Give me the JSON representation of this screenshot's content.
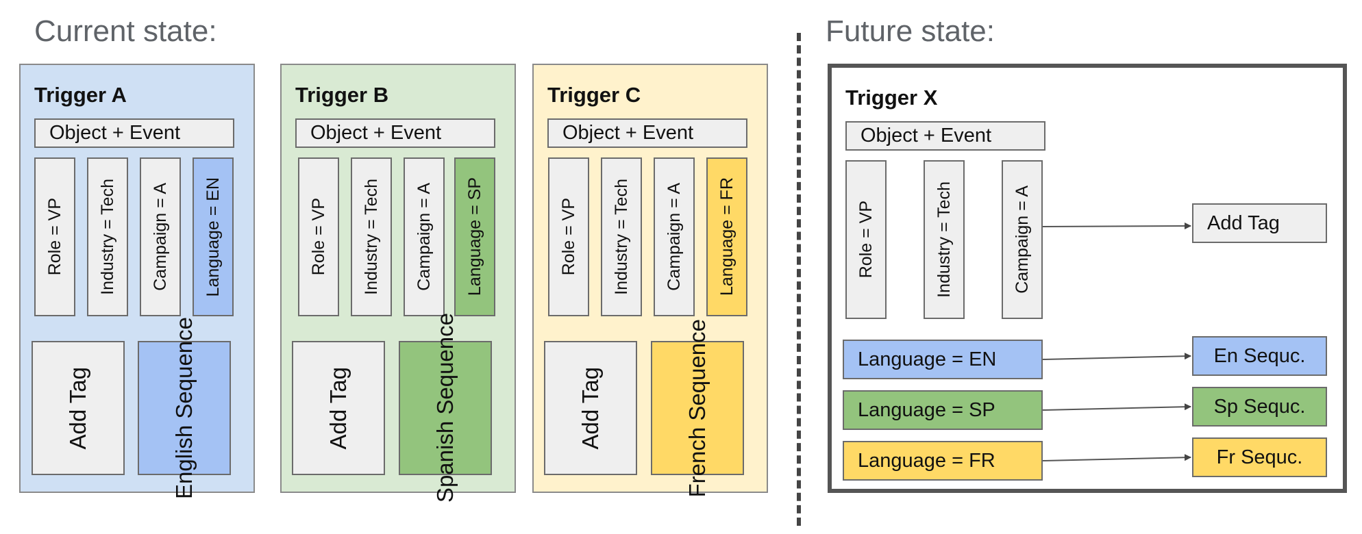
{
  "headings": {
    "current": "Current state:",
    "future": "Future state:"
  },
  "colors": {
    "blue_panel": "#cfe0f4",
    "blue_box": "#a4c2f4",
    "green_panel": "#d9ead3",
    "green_box": "#93c47d",
    "yellow_panel": "#fff2cc",
    "yellow_box": "#ffd966",
    "neutral_box": "#efefef"
  },
  "triggers": [
    {
      "title": "Trigger A",
      "event": "Object + Event",
      "conditions": [
        "Role = VP",
        "Industry = Tech",
        "Campaign = A",
        "Language = EN"
      ],
      "actions": [
        "Add Tag",
        "English Sequence"
      ]
    },
    {
      "title": "Trigger B",
      "event": "Object + Event",
      "conditions": [
        "Role = VP",
        "Industry = Tech",
        "Campaign = A",
        "Language = SP"
      ],
      "actions": [
        "Add Tag",
        "Spanish Sequence"
      ]
    },
    {
      "title": "Trigger C",
      "event": "Object + Event",
      "conditions": [
        "Role = VP",
        "Industry = Tech",
        "Campaign = A",
        "Language = FR"
      ],
      "actions": [
        "Add Tag",
        "French Sequence"
      ]
    }
  ],
  "future": {
    "title": "Trigger X",
    "event": "Object + Event",
    "conditions": [
      "Role = VP",
      "Industry = Tech",
      "Campaign = A"
    ],
    "tag_action": "Add Tag",
    "branches": [
      {
        "condition": "Language = EN",
        "action": "En Sequc."
      },
      {
        "condition": "Language = SP",
        "action": "Sp Sequc."
      },
      {
        "condition": "Language = FR",
        "action": "Fr Sequc."
      }
    ]
  }
}
